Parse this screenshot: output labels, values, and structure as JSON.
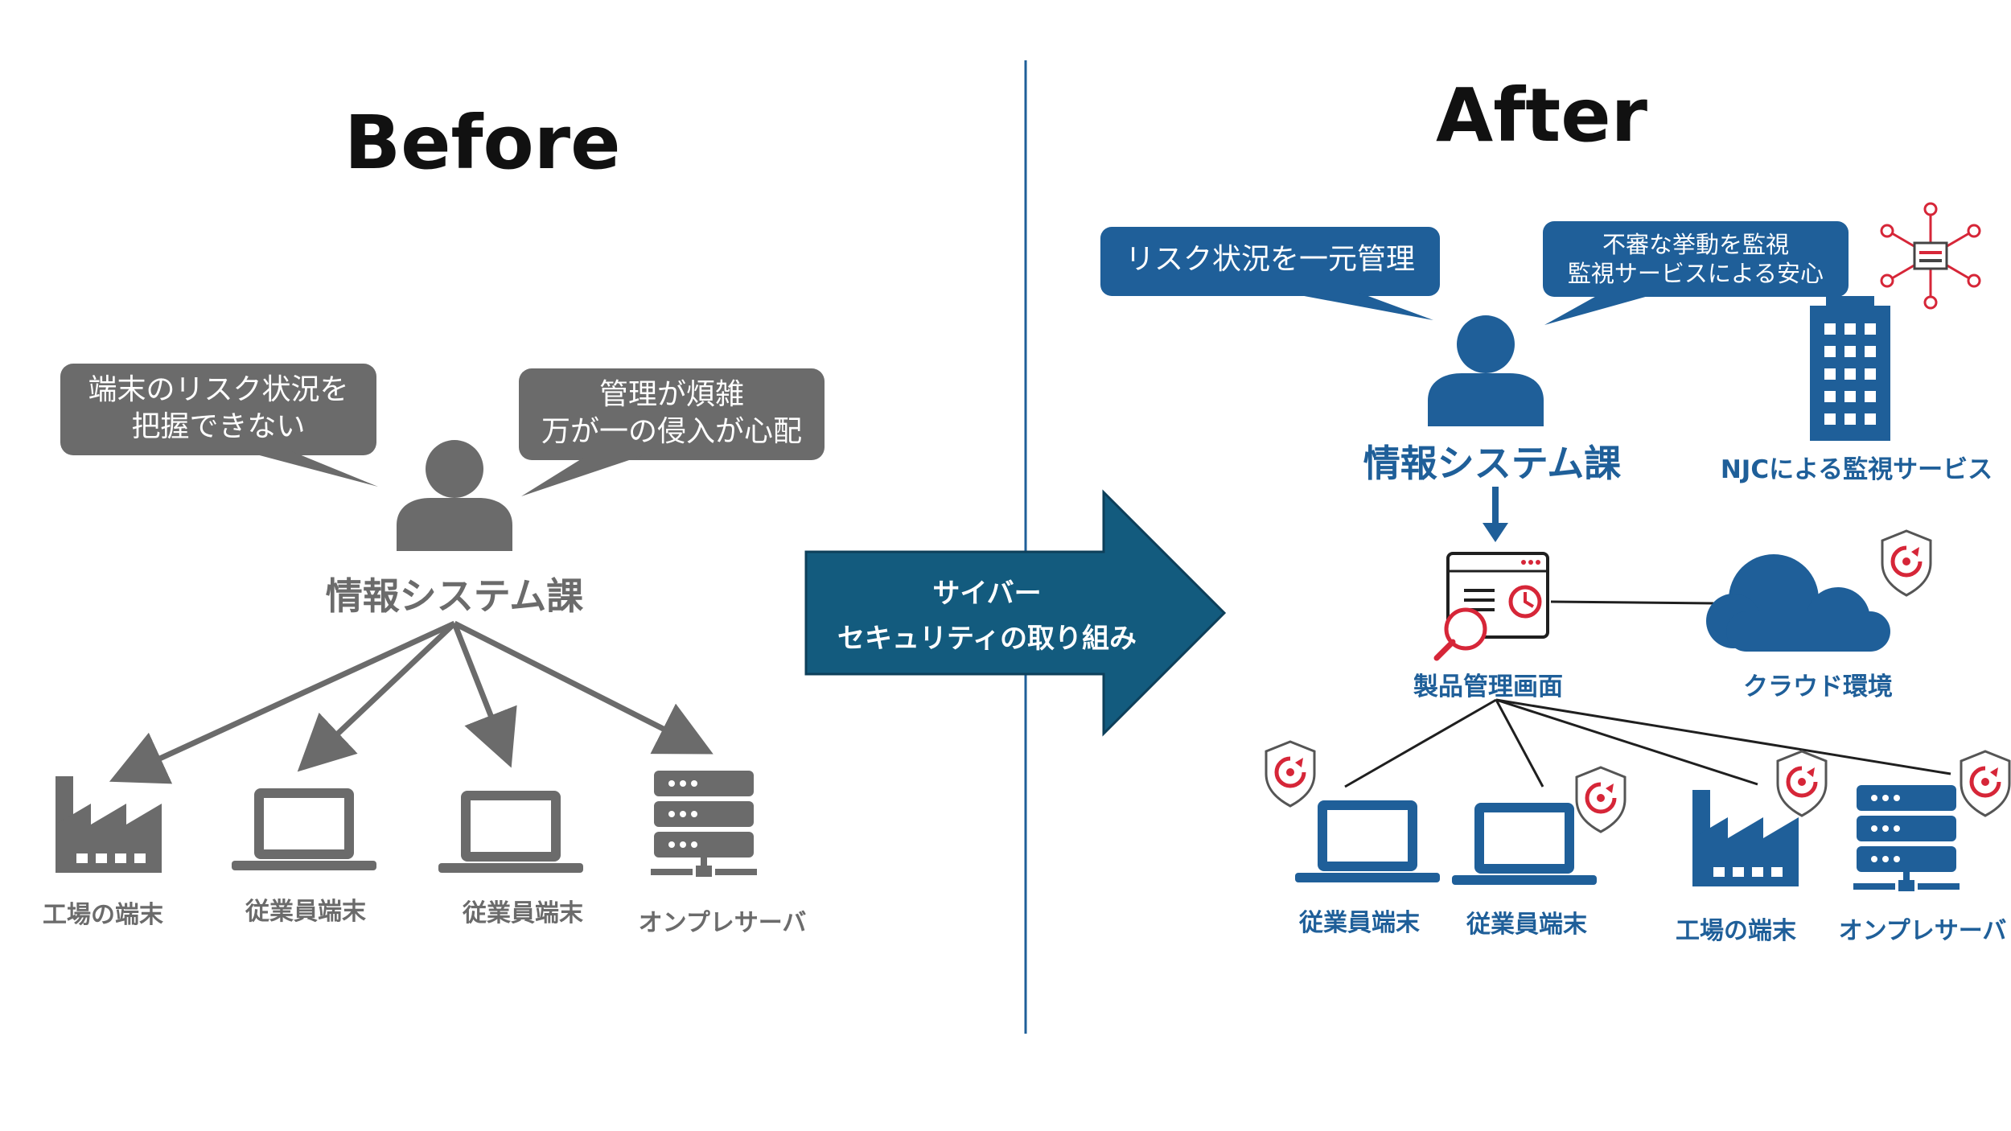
{
  "before": {
    "title": "Before",
    "bubbles": {
      "left": "端末のリスク状況を\n把握できない",
      "right": "管理が煩雑\n万が一の侵入が心配"
    },
    "department": "情報システム課",
    "devices": [
      "工場の端末",
      "従業員端末",
      "従業員端末",
      "オンプレサーバ"
    ]
  },
  "center_arrow": {
    "line1": "サイバー",
    "line2": "セキュリティの取り組み"
  },
  "after": {
    "title": "After",
    "bubbles": {
      "left": "リスク状況を一元管理",
      "right": "不審な挙動を監視\n監視サービスによる安心"
    },
    "department": "情報システム課",
    "monitoring_service": "NJCによる監視サービス",
    "management_console": "製品管理画面",
    "cloud": "クラウド環境",
    "devices": [
      "従業員端末",
      "従業員端末",
      "工場の端末",
      "オンプレサーバ"
    ]
  },
  "colors": {
    "gray": "#6b6b6b",
    "blue": "#1f5f99",
    "arrow_fill": "#135b7e",
    "divider": "#1f5f99",
    "shield_accent": "#d62638"
  },
  "icons": {
    "person": "person-icon",
    "factory": "factory-icon",
    "laptop": "laptop-icon",
    "server": "server-icon",
    "building": "building-icon",
    "network": "network-hub-icon",
    "console": "console-window-icon",
    "cloud": "cloud-icon",
    "shield": "security-shield-icon"
  }
}
